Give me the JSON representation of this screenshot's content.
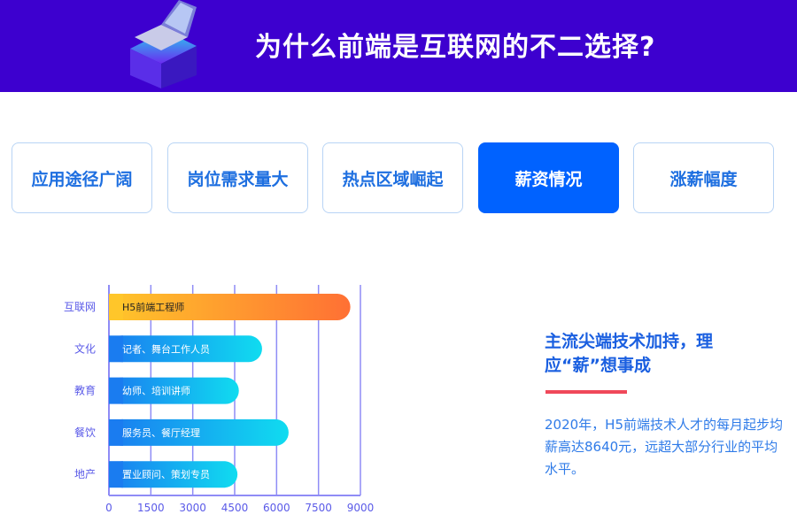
{
  "header": {
    "title": "为什么前端是互联网的不二选择?",
    "logo_icon": "laptop-isometric-icon",
    "bg_color": "#3d00cf"
  },
  "tabs": [
    {
      "label": "应用途径广阔",
      "active": false
    },
    {
      "label": "岗位需求量大",
      "active": false
    },
    {
      "label": "热点区域崛起",
      "active": false
    },
    {
      "label": "薪资情况",
      "active": true
    },
    {
      "label": "涨薪幅度",
      "active": false
    }
  ],
  "chart_data": {
    "type": "bar",
    "orientation": "horizontal",
    "categories": [
      "互联网",
      "文化",
      "教育",
      "餐饮",
      "地产"
    ],
    "values": [
      8640,
      5480,
      4650,
      6430,
      4600
    ],
    "bar_labels": [
      "H5前端工程师",
      "记者、舞台工作人员",
      "幼师、培训讲师",
      "服务员、餐厅经理",
      "置业顾问、策划专员"
    ],
    "xticks": [
      "0",
      "1500",
      "3000",
      "4500",
      "6000",
      "7500",
      "9000"
    ],
    "xlim": [
      0,
      9000
    ],
    "grid": true,
    "colors": {
      "highlight": [
        "#ffc62a",
        "#ff7034"
      ],
      "normal": [
        "#1a7cf0",
        "#10dcf0"
      ],
      "axis": "#8f8cf6"
    }
  },
  "side": {
    "title": "主流尖端技术加持，理应“薪”想事成",
    "text": "2020年，H5前端技术人才的每月起步均薪高达8640元，远超大部分行业的平均水平。",
    "accent": "#f0485a"
  }
}
